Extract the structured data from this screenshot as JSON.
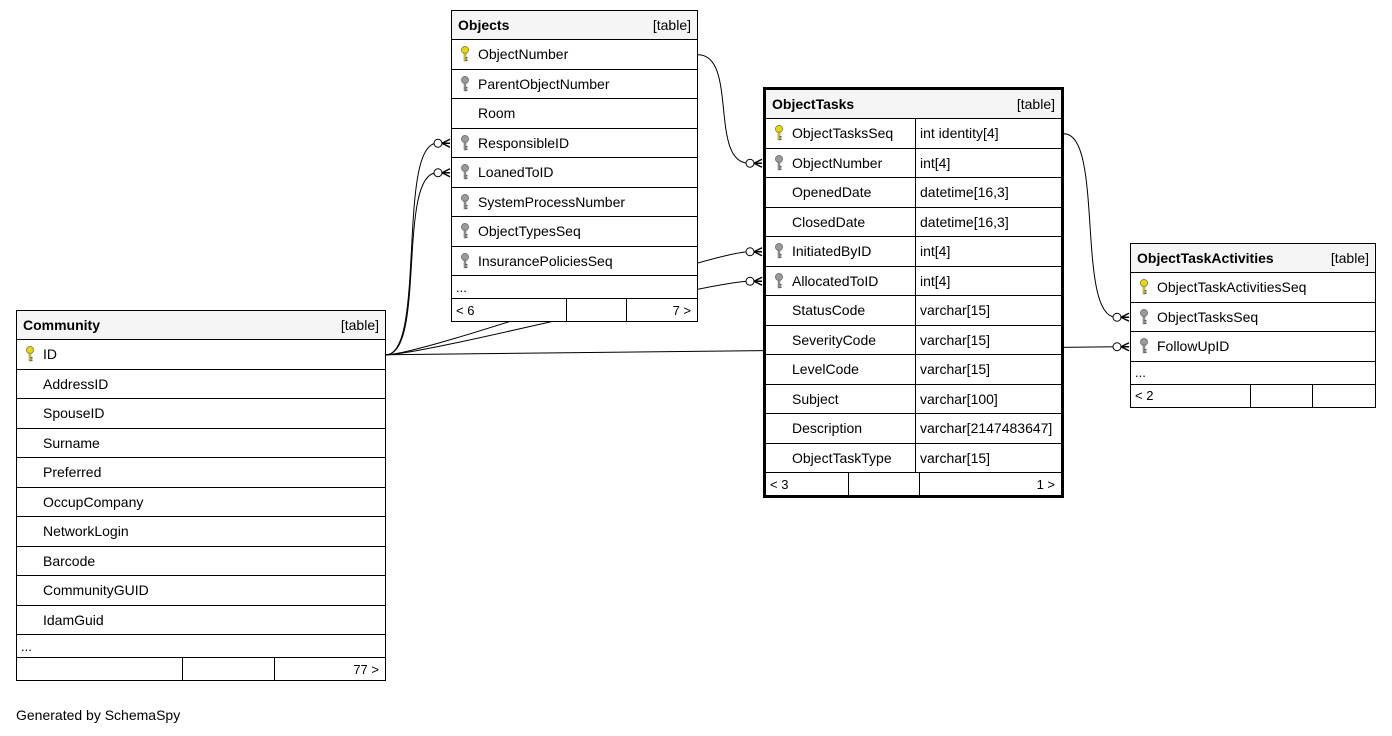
{
  "tables": [
    {
      "id": "objects",
      "name": "Objects",
      "kind": "[table]",
      "columns": [
        {
          "name": "ObjectNumber",
          "key": "primary"
        },
        {
          "name": "ParentObjectNumber",
          "key": "foreign"
        },
        {
          "name": "Room",
          "key": "none"
        },
        {
          "name": "ResponsibleID",
          "key": "foreign"
        },
        {
          "name": "LoanedToID",
          "key": "foreign"
        },
        {
          "name": "SystemProcessNumber",
          "key": "foreign"
        },
        {
          "name": "ObjectTypesSeq",
          "key": "foreign"
        },
        {
          "name": "InsurancePoliciesSeq",
          "key": "foreign"
        }
      ],
      "more": "...",
      "footer": [
        "< 6",
        "",
        "7 >"
      ]
    },
    {
      "id": "objecttasks",
      "name": "ObjectTasks",
      "kind": "[table]",
      "columns": [
        {
          "name": "ObjectTasksSeq",
          "type": "int identity[4]",
          "key": "primary"
        },
        {
          "name": "ObjectNumber",
          "type": "int[4]",
          "key": "foreign"
        },
        {
          "name": "OpenedDate",
          "type": "datetime[16,3]",
          "key": "none"
        },
        {
          "name": "ClosedDate",
          "type": "datetime[16,3]",
          "key": "none"
        },
        {
          "name": "InitiatedByID",
          "type": "int[4]",
          "key": "foreign"
        },
        {
          "name": "AllocatedToID",
          "type": "int[4]",
          "key": "foreign"
        },
        {
          "name": "StatusCode",
          "type": "varchar[15]",
          "key": "none"
        },
        {
          "name": "SeverityCode",
          "type": "varchar[15]",
          "key": "none"
        },
        {
          "name": "LevelCode",
          "type": "varchar[15]",
          "key": "none"
        },
        {
          "name": "Subject",
          "type": "varchar[100]",
          "key": "none"
        },
        {
          "name": "Description",
          "type": "varchar[2147483647]",
          "key": "none"
        },
        {
          "name": "ObjectTaskType",
          "type": "varchar[15]",
          "key": "none"
        }
      ],
      "footer": [
        "< 3",
        "",
        "1 >"
      ]
    },
    {
      "id": "objecttaskactivities",
      "name": "ObjectTaskActivities",
      "kind": "[table]",
      "columns": [
        {
          "name": "ObjectTaskActivitiesSeq",
          "key": "primary"
        },
        {
          "name": "ObjectTasksSeq",
          "key": "foreign"
        },
        {
          "name": "FollowUpID",
          "key": "foreign"
        }
      ],
      "more": "...",
      "footer": [
        "< 2",
        "",
        ""
      ]
    },
    {
      "id": "community",
      "name": "Community",
      "kind": "[table]",
      "columns": [
        {
          "name": "ID",
          "key": "primary"
        },
        {
          "name": "AddressID",
          "key": "none"
        },
        {
          "name": "SpouseID",
          "key": "none"
        },
        {
          "name": "Surname",
          "key": "none"
        },
        {
          "name": "Preferred",
          "key": "none"
        },
        {
          "name": "OccupCompany",
          "key": "none"
        },
        {
          "name": "NetworkLogin",
          "key": "none"
        },
        {
          "name": "Barcode",
          "key": "none"
        },
        {
          "name": "CommunityGUID",
          "key": "none"
        },
        {
          "name": "IdamGuid",
          "key": "none"
        }
      ],
      "more": "...",
      "footer": [
        "",
        "",
        "77 >"
      ]
    }
  ],
  "relationships": [
    {
      "from": "Community.ID",
      "to": "Objects.ResponsibleID"
    },
    {
      "from": "Community.ID",
      "to": "Objects.LoanedToID"
    },
    {
      "from": "Community.ID",
      "to": "ObjectTasks.InitiatedByID"
    },
    {
      "from": "Community.ID",
      "to": "ObjectTasks.AllocatedToID"
    },
    {
      "from": "Community.ID",
      "to": "ObjectTaskActivities.FollowUpID"
    },
    {
      "from": "Objects.ObjectNumber",
      "to": "ObjectTasks.ObjectNumber"
    },
    {
      "from": "ObjectTasks.ObjectTasksSeq",
      "to": "ObjectTaskActivities.ObjectTasksSeq"
    }
  ],
  "colors": {
    "primary_key": "#e6d800",
    "foreign_key": "#9a9a9a",
    "header_bg": "#f5f5f5"
  },
  "footer_text": "Generated by SchemaSpy"
}
